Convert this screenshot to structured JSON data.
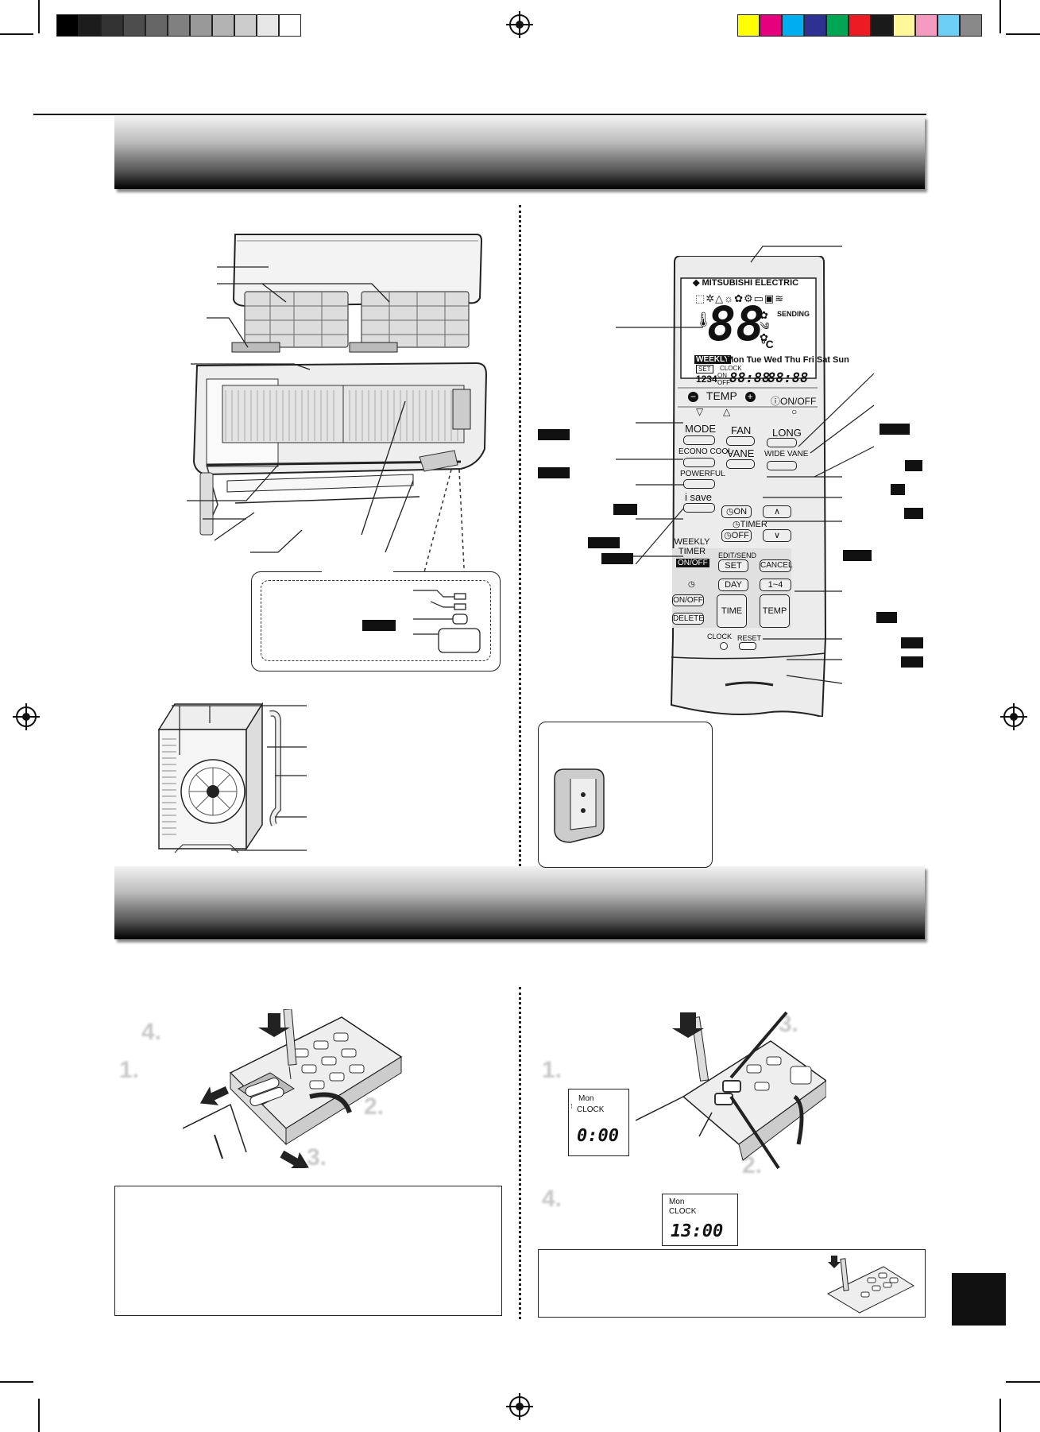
{
  "color_bar": {
    "grays": [
      "#000000",
      "#1c1c1c",
      "#333333",
      "#4d4d4d",
      "#666666",
      "#808080",
      "#999999",
      "#b3b3b3",
      "#cccccc",
      "#e6e6e6",
      "#ffffff"
    ],
    "colors": [
      "#ffff00",
      "#e6007e",
      "#00aeef",
      "#2e3192",
      "#00a651",
      "#ed1c24",
      "#1a1a1a",
      "#fff799",
      "#f49ac1",
      "#6dcff6",
      "#898989"
    ]
  },
  "remote": {
    "brand": "MITSUBISHI ELECTRIC",
    "display_temp": "88",
    "display_unit": "°C",
    "display_sending": "SENDING",
    "display_weekly": "WEEKLY",
    "display_set": "SET",
    "display_days": "Mon Tue Wed Thu Fri Sat Sun",
    "display_clock": "CLOCK",
    "display_on": "ON",
    "display_off": "OFF",
    "display_1234": "1234",
    "display_time_left": "88:88",
    "display_time_right": "88:88",
    "temp_label": "TEMP",
    "onoff_label": "ON/OFF",
    "mode": "MODE",
    "econo_cool": "ECONO COOL",
    "powerful": "POWERFUL",
    "isave": "i save",
    "fan": "FAN",
    "vane": "VANE",
    "long": "LONG",
    "wide_vane": "WIDE VANE",
    "timer_on": "ON",
    "timer_label": "TIMER",
    "timer_off": "OFF",
    "weekly_timer": "WEEKLY TIMER",
    "weekly_onoff": "ON/OFF",
    "edit_send": "EDIT/SEND",
    "set": "SET",
    "cancel": "CANCEL",
    "day": "DAY",
    "one_to_four": "1~4",
    "onoff_btn": "ON/OFF",
    "delete": "DELETE",
    "time": "TIME",
    "temp_btn": "TEMP",
    "clock": "CLOCK",
    "reset": "RESET"
  },
  "steps_battery": [
    "4.",
    "1.",
    "2.",
    "3."
  ],
  "steps_clock": [
    "3.",
    "1.",
    "2.",
    "4."
  ],
  "clock_display_1": {
    "day": "Mon",
    "label": "CLOCK",
    "time": "0:00"
  },
  "clock_display_2": {
    "day": "Mon",
    "label": "CLOCK",
    "time": "13:00"
  }
}
